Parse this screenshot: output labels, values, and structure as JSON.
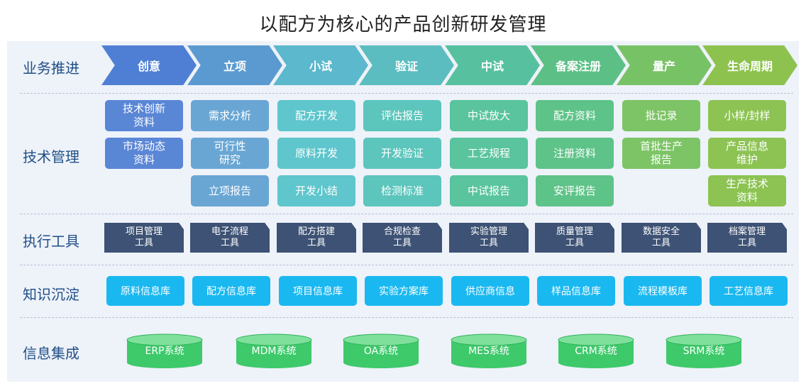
{
  "title": "以配方为核心的产品创新研发管理",
  "row_labels": {
    "business": "业务推进",
    "tech": "技术管理",
    "tools": "执行工具",
    "knowledge": "知识沉淀",
    "integration": "信息集成"
  },
  "stages": [
    {
      "label": "创意",
      "color": "#4f7fd4"
    },
    {
      "label": "立项",
      "color": "#5b9ad0"
    },
    {
      "label": "小试",
      "color": "#5cb8cc"
    },
    {
      "label": "验证",
      "color": "#5bbdbf"
    },
    {
      "label": "中试",
      "color": "#57c09f"
    },
    {
      "label": "备案注册",
      "color": "#5cc086"
    },
    {
      "label": "量产",
      "color": "#78c266"
    },
    {
      "label": "生命周期",
      "color": "#8dc24f"
    }
  ],
  "tech": {
    "col1": [
      "技术创新\n资料",
      "市场动态\n资料"
    ],
    "col2": [
      "需求分析",
      "可行性\n研究",
      "立项报告"
    ],
    "col3": [
      "配方开发",
      "原料开发",
      "开发小结"
    ],
    "col4": [
      "评估报告",
      "开发验证",
      "检测标准"
    ],
    "col5": [
      "中试放大",
      "工艺规程",
      "中试报告"
    ],
    "col6": [
      "配方资料",
      "注册资料",
      "安评报告"
    ],
    "col7": [
      "批记录",
      "首批生产\n报告"
    ],
    "col8": [
      "小样/封样",
      "产品信息\n维护",
      "生产技术\n资料"
    ]
  },
  "tools": [
    "项目管理\n工具",
    "电子流程\n工具",
    "配方搭建\n工具",
    "合规检查\n工具",
    "实验管理\n工具",
    "质量管理\n工具",
    "数据安全\n工具",
    "档案管理\n工具"
  ],
  "knowledge": [
    "原料信息库",
    "配方信息库",
    "项目信息库",
    "实验方案库",
    "供应商信息",
    "样品信息库",
    "流程模板库",
    "工艺信息库"
  ],
  "systems": [
    "ERP系统",
    "MDM系统",
    "OA系统",
    "MES系统",
    "CRM系统",
    "SRM系统"
  ],
  "colors": {
    "col1": "#5a86d6",
    "col2": "#69a6d4",
    "col3": "#5ec6cc",
    "col4": "#5cc5bc",
    "col5": "#59c49d",
    "col6": "#5ec388",
    "col7": "#7cc465",
    "col8": "#8cc353",
    "tool": "#3d5274",
    "knowledge": "#1ab8f0",
    "db": "#3ec96b"
  }
}
